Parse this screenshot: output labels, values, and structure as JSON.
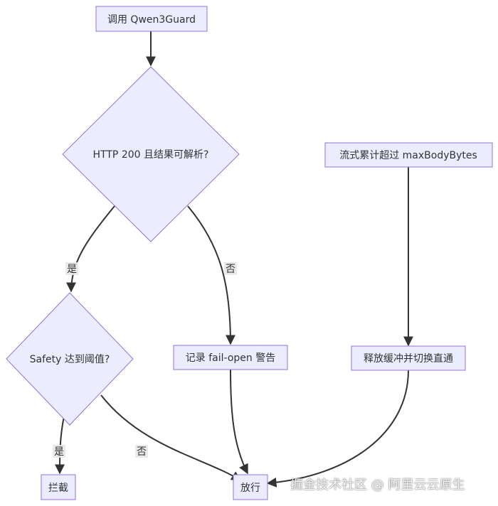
{
  "nodes": {
    "call_guard": "调用 Qwen3Guard",
    "http_check": "HTTP 200 且结果可解析?",
    "safety_check": "Safety 达到阈值?",
    "log_fail_open": "记录 fail-open 警告",
    "stream_exceed": "流式累计超过 maxBodyBytes",
    "release_buffer": "释放缓冲并切换直通",
    "block": "拦截",
    "allow": "放行"
  },
  "edges": {
    "http_yes": "是",
    "http_no": "否",
    "safety_yes": "是",
    "safety_no": "否"
  },
  "colors": {
    "node_fill": "#ECECFF",
    "node_stroke": "#9370DB",
    "edge": "#333333",
    "label_bg": "#e8e8e8"
  },
  "watermark": "掘金技术社区 @ 阿里云云原生"
}
